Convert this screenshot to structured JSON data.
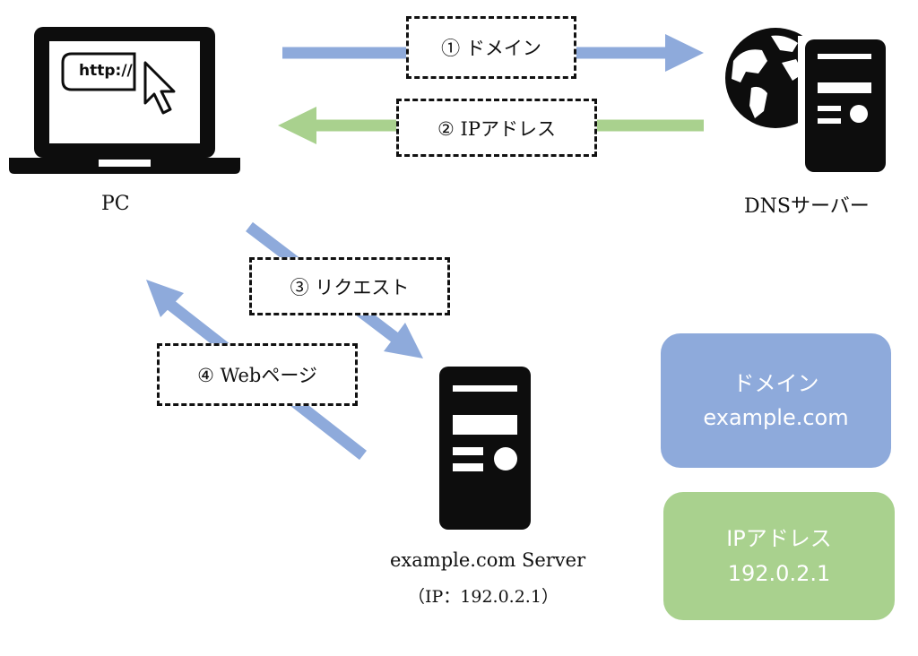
{
  "nodes": {
    "pc": {
      "label": "PC",
      "url_text": "http://"
    },
    "dns": {
      "label": "DNSサーバー"
    },
    "server": {
      "label": "example.com Server",
      "ip": "（IP：192.0.2.1）"
    }
  },
  "steps": [
    {
      "label": "① ドメイン"
    },
    {
      "label": "② IPアドレス"
    },
    {
      "label": "③ リクエスト"
    },
    {
      "label": "④ Webページ"
    }
  ],
  "cards": {
    "domain": {
      "title": "ドメイン",
      "value": "example.com"
    },
    "ip": {
      "title": "IPアドレス",
      "value": "192.0.2.1"
    }
  },
  "colors": {
    "blue": "#8eaadb",
    "green": "#a9d18e",
    "icon": "#0d0d0d"
  }
}
